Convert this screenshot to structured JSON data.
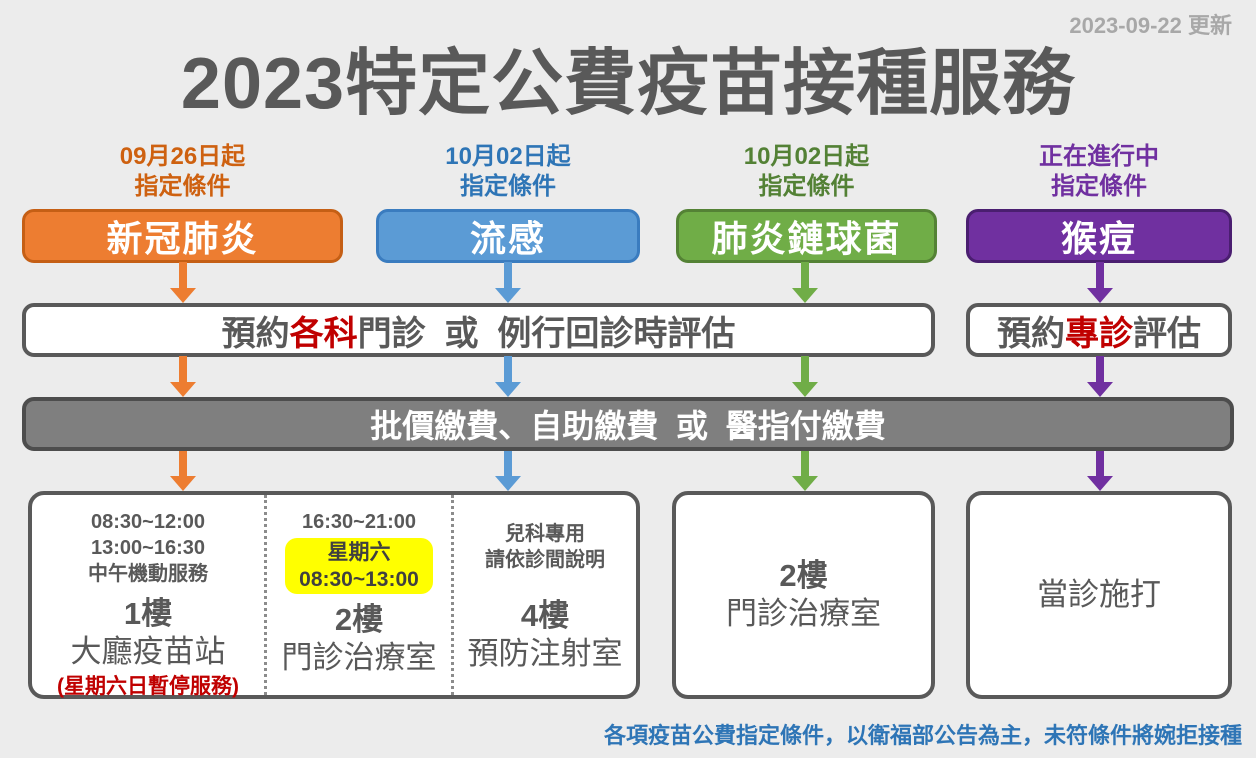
{
  "meta": {
    "updated": "2023-09-22 更新"
  },
  "title": "2023特定公費疫苗接種服務",
  "colors": {
    "background": "#ECECEC",
    "title_gray": "#595959",
    "date_gray": "#A8A8A8",
    "red_highlight": "#C00000",
    "footer_blue": "#2E75B6",
    "payment_bar_fill": "#7F7F7F",
    "payment_bar_border": "#4D4D4D",
    "saturday_yellow": "#FFFF00"
  },
  "columns": [
    {
      "id": "covid",
      "schedule": "09月26日起",
      "condition": "指定條件",
      "vaccine": "新冠肺炎",
      "fill": "#ED7D31",
      "border": "#C55F15",
      "text": "#CE6110"
    },
    {
      "id": "flu",
      "schedule": "10月02日起",
      "condition": "指定條件",
      "vaccine": "流感",
      "fill": "#5B9BD5",
      "border": "#3A7CBF",
      "text": "#2E75B6"
    },
    {
      "id": "pneumo",
      "schedule": "10月02日起",
      "condition": "指定條件",
      "vaccine": "肺炎鏈球菌",
      "fill": "#70AD47",
      "border": "#548235",
      "text": "#538135"
    },
    {
      "id": "monkeypox",
      "schedule": "正在進行中",
      "condition": "指定條件",
      "vaccine": "猴痘",
      "fill": "#7030A0",
      "border": "#4A1E70",
      "text": "#7030A0"
    }
  ],
  "appointment": {
    "main": {
      "prefix": "預約",
      "highlight": "各科",
      "suffix": "門診  或  例行回診時評估"
    },
    "monkeypox": {
      "prefix": "預約",
      "highlight": "專診",
      "suffix": "評估"
    }
  },
  "payment": {
    "label": "批價繳費、自助繳費  或  醫指付繳費"
  },
  "locations": {
    "station": {
      "hours1": "08:30~12:00",
      "hours2": "13:00~16:30",
      "note": "中午機動服務",
      "floor": "1樓",
      "name": "大廳疫苗站",
      "closed_note": "(星期六日暫停服務)"
    },
    "treatment": {
      "hours": "16:30~21:00",
      "saturday_label": "星期六",
      "saturday_hours": "08:30~13:00",
      "floor": "2樓",
      "name": "門診治療室"
    },
    "pediatric": {
      "note1": "兒科專用",
      "note2": "請依診間說明",
      "floor": "4樓",
      "name": "預防注射室"
    },
    "pneumo": {
      "floor": "2樓",
      "name": "門診治療室"
    },
    "monkeypox": {
      "name": "當診施打"
    }
  },
  "footer": {
    "note": "各項疫苗公費指定條件，以衛福部公告為主，未符條件將婉拒接種"
  }
}
